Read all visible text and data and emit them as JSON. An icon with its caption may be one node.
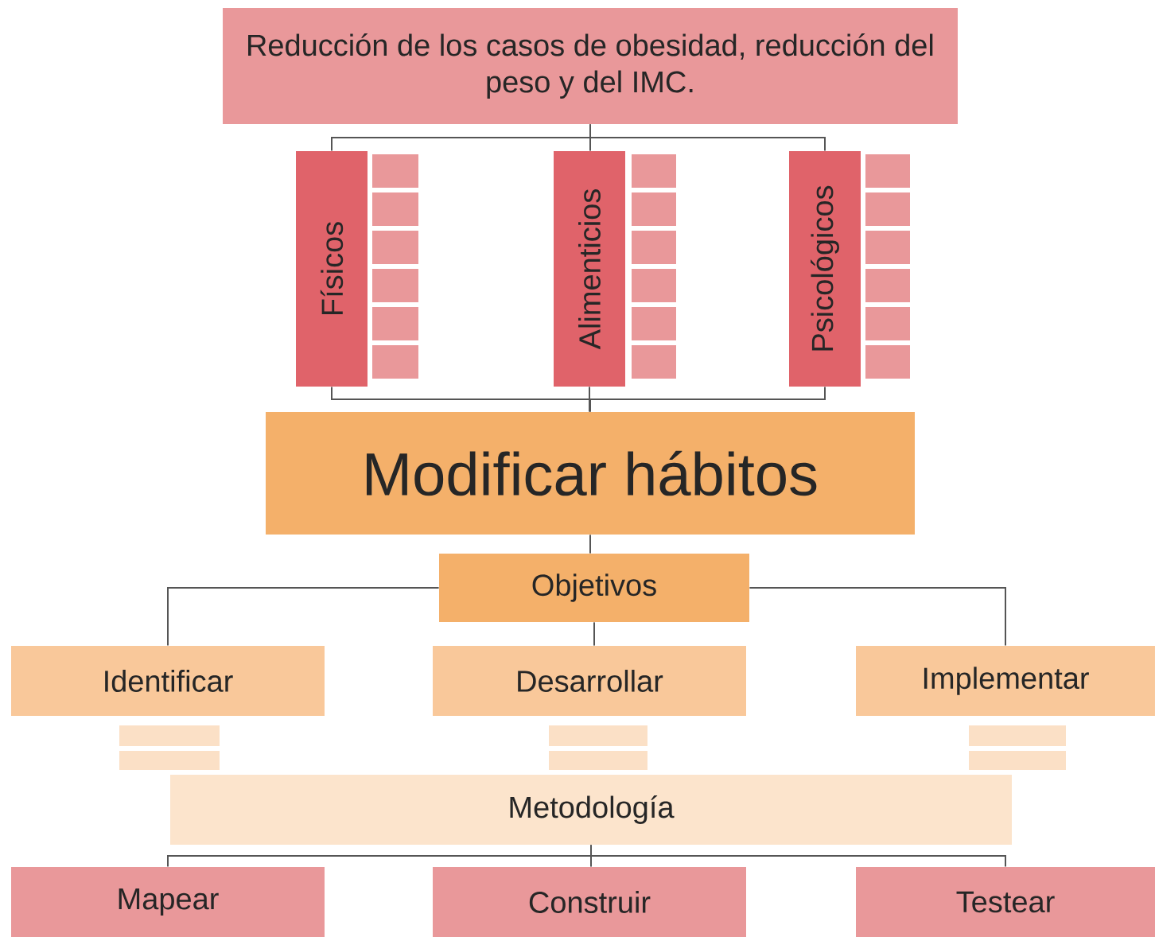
{
  "diagram": {
    "nodes": [
      {
        "text": [
          "Reducción de los casos de obesidad, reducción del peso y del IMC."
        ]
      },
      {
        "text": [
          "Físicos"
        ]
      },
      {
        "text": [],
        "shape": "box"
      },
      {
        "text": [],
        "shape": "box"
      },
      {
        "text": [],
        "shape": "box"
      },
      {
        "text": [],
        "shape": "box"
      },
      {
        "text": [],
        "shape": "box"
      },
      {
        "text": [],
        "shape": "box"
      },
      {
        "text": [
          "Alimenticios"
        ]
      },
      {
        "text": [],
        "shape": "box"
      },
      {
        "text": [],
        "shape": "box"
      },
      {
        "text": [],
        "shape": "box"
      },
      {
        "text": [],
        "shape": "box"
      },
      {
        "text": [],
        "shape": "box"
      },
      {
        "text": [],
        "shape": "box"
      },
      {
        "text": [
          "Psicológicos"
        ]
      },
      {
        "text": [],
        "shape": "box"
      },
      {
        "text": [],
        "shape": "box"
      },
      {
        "text": [],
        "shape": "box"
      },
      {
        "text": [],
        "shape": "box"
      },
      {
        "text": [],
        "shape": "box"
      },
      {
        "text": [],
        "shape": "box"
      },
      {
        "text": [
          "Modificar hábitos"
        ]
      },
      {
        "text": [
          "Objetivos"
        ]
      },
      {
        "text": [
          "Identificar"
        ]
      },
      {
        "text": [],
        "shape": "box"
      },
      {
        "text": [],
        "shape": "box"
      },
      {
        "text": [
          "Desarrollar"
        ]
      },
      {
        "text": [],
        "shape": "box"
      },
      {
        "text": [],
        "shape": "box"
      },
      {
        "text": [
          "Implementar"
        ]
      },
      {
        "text": [],
        "shape": "box"
      },
      {
        "text": [],
        "shape": "box"
      },
      {
        "text": [
          "Metodología"
        ]
      },
      {
        "text": [
          "Mapear"
        ]
      },
      {
        "text": [
          "Construir"
        ]
      },
      {
        "text": [
          "Testear"
        ]
      }
    ],
    "edges": [
      {
        "from": 0,
        "to": 1,
        "arrow": "none"
      },
      {
        "from": 0,
        "to": 8,
        "arrow": "none"
      },
      {
        "from": 0,
        "to": 15,
        "arrow": "none"
      },
      {
        "from": 1,
        "to": 22,
        "arrow": "none"
      },
      {
        "from": 8,
        "to": 22,
        "arrow": "none"
      },
      {
        "from": 15,
        "to": 22,
        "arrow": "none"
      },
      {
        "from": 22,
        "to": 23,
        "arrow": "none"
      },
      {
        "from": 23,
        "to": 24,
        "arrow": "none"
      },
      {
        "from": 23,
        "to": 27,
        "arrow": "none"
      },
      {
        "from": 23,
        "to": 30,
        "arrow": "none"
      },
      {
        "from": 33,
        "to": 34,
        "arrow": "none"
      },
      {
        "from": 33,
        "to": 35,
        "arrow": "none"
      },
      {
        "from": 33,
        "to": 36,
        "arrow": "none"
      }
    ]
  }
}
